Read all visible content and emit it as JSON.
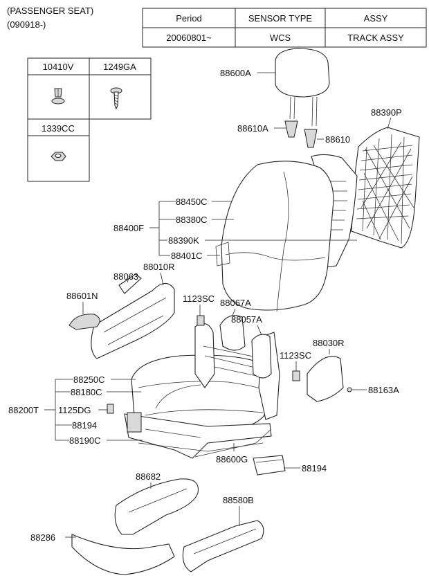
{
  "title": {
    "line1": "(PASSENGER SEAT)",
    "line2": "(090918-)"
  },
  "spec_table": {
    "headers": [
      "Period",
      "SENSOR TYPE",
      "ASSY"
    ],
    "row": [
      "20060801~",
      "WCS",
      "TRACK ASSY"
    ]
  },
  "fastener_table": {
    "cells": [
      "10410V",
      "1249GA",
      "1339CC"
    ]
  },
  "labels": {
    "l88600A": "88600A",
    "l88610A": "88610A",
    "l88610": "88610",
    "l88390P": "88390P",
    "l88450C": "88450C",
    "l88380C": "88380C",
    "l88400F": "88400F",
    "l88390K": "88390K",
    "l88401C": "88401C",
    "l88010R": "88010R",
    "l88063": "88063",
    "l88601N": "88601N",
    "l1123SC_a": "1123SC",
    "l88067A": "88067A",
    "l88057A": "88057A",
    "l88030R": "88030R",
    "l1123SC_b": "1123SC",
    "l88163A": "88163A",
    "l88250C": "88250C",
    "l88180C": "88180C",
    "l88200T": "88200T",
    "l1125DG": "1125DG",
    "l88194_a": "88194",
    "l88190C": "88190C",
    "l88600G": "88600G",
    "l88194_b": "88194",
    "l88682": "88682",
    "l88580B": "88580B",
    "l88286": "88286"
  }
}
